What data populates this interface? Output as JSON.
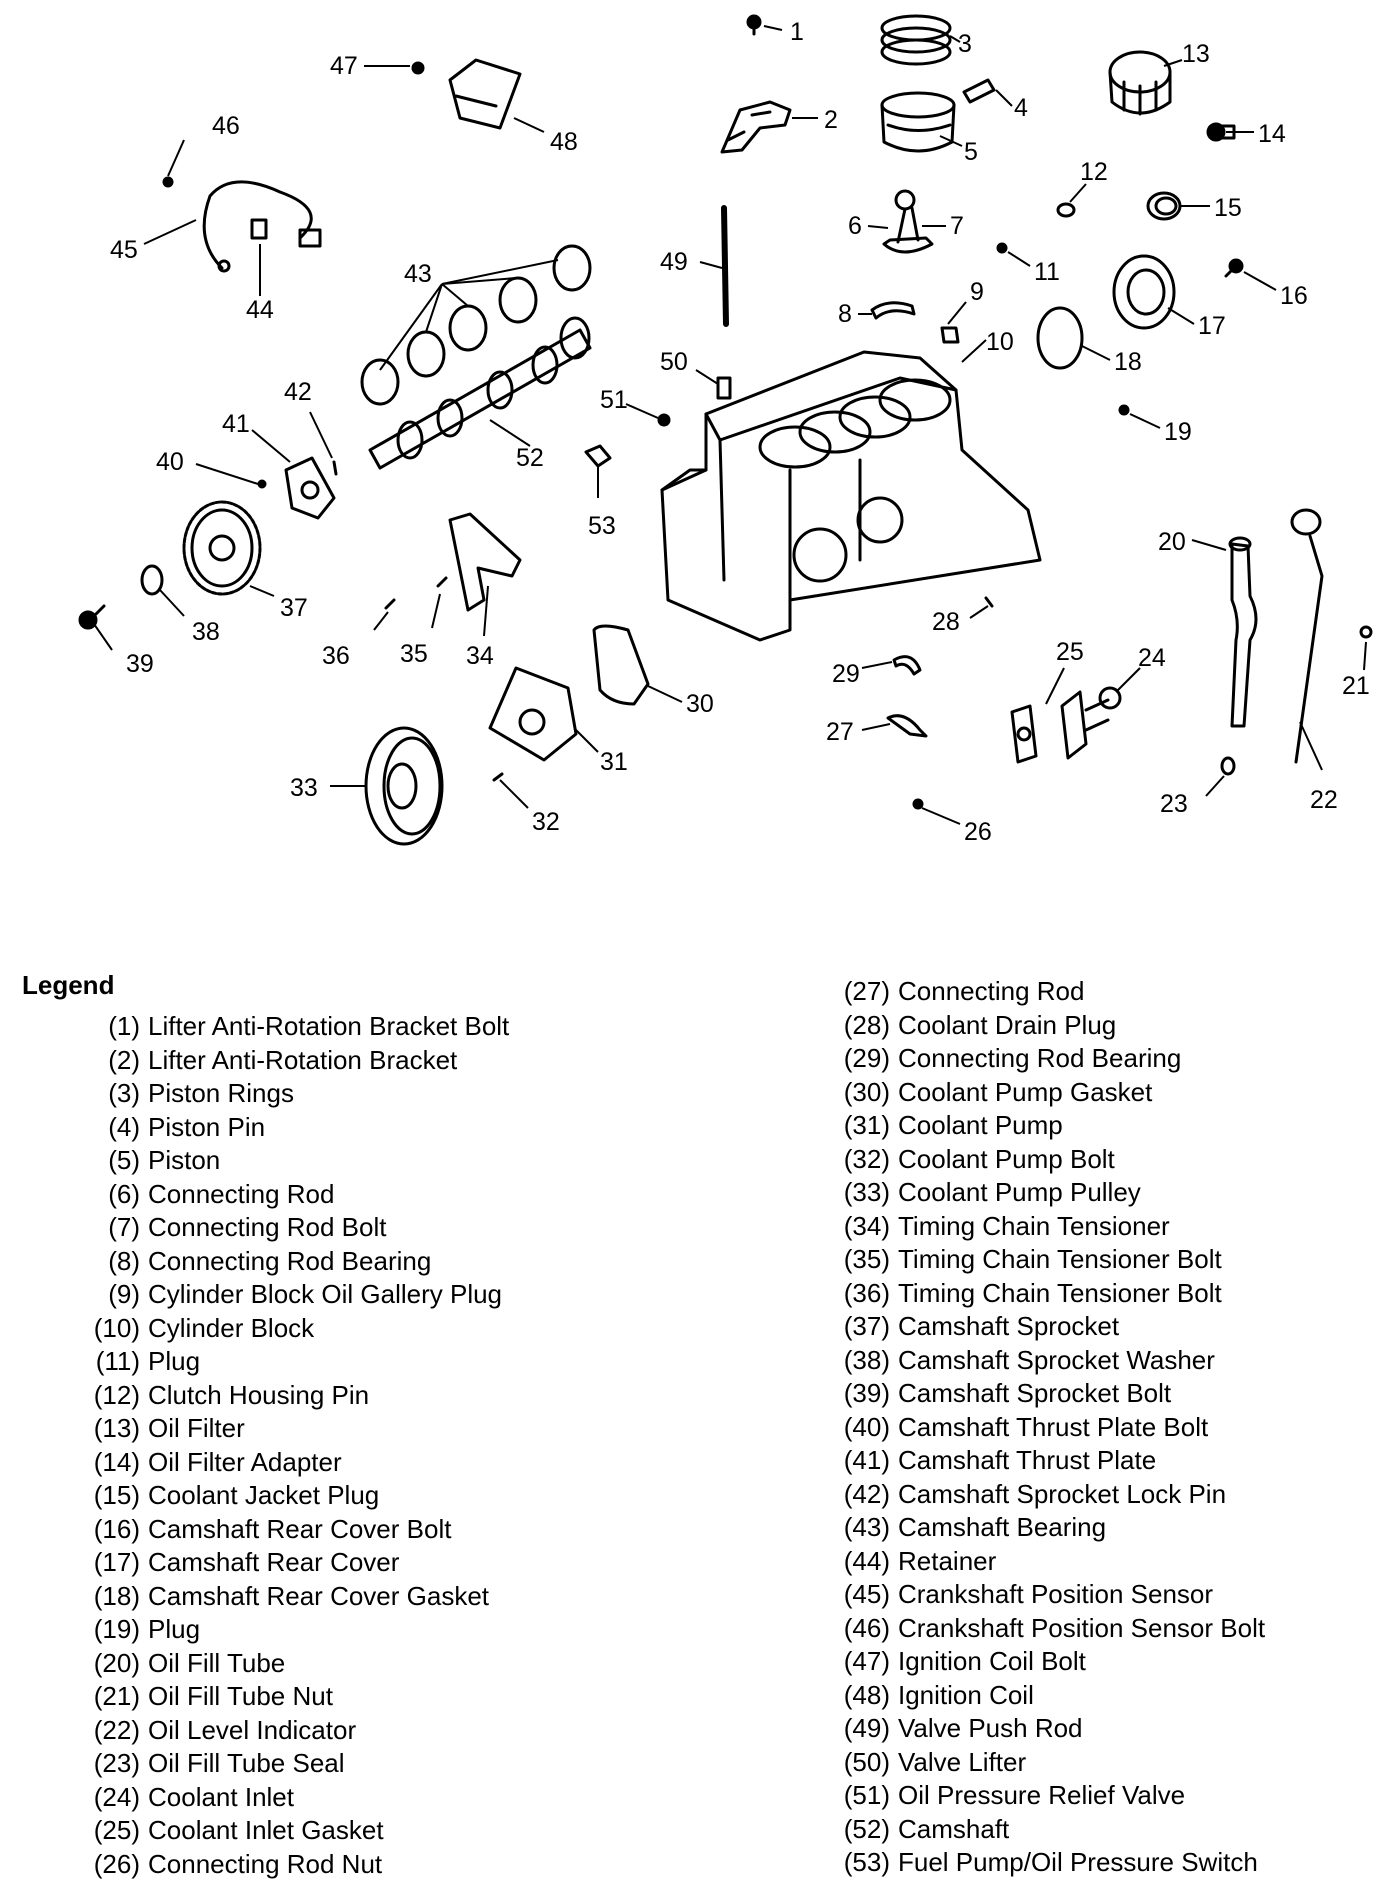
{
  "callouts": [
    "1",
    "2",
    "3",
    "4",
    "5",
    "6",
    "7",
    "8",
    "9",
    "10",
    "11",
    "12",
    "13",
    "14",
    "15",
    "16",
    "17",
    "18",
    "19",
    "20",
    "21",
    "22",
    "23",
    "24",
    "25",
    "26",
    "27",
    "28",
    "29",
    "30",
    "31",
    "32",
    "33",
    "34",
    "35",
    "36",
    "37",
    "38",
    "39",
    "40",
    "41",
    "42",
    "43",
    "44",
    "45",
    "46",
    "47",
    "48",
    "49",
    "50",
    "51",
    "52",
    "53"
  ],
  "legend": {
    "title": "Legend",
    "left": [
      {
        "num": "(1)",
        "label": "Lifter Anti-Rotation Bracket Bolt"
      },
      {
        "num": "(2)",
        "label": "Lifter Anti-Rotation Bracket"
      },
      {
        "num": "(3)",
        "label": "Piston Rings"
      },
      {
        "num": "(4)",
        "label": "Piston Pin"
      },
      {
        "num": "(5)",
        "label": "Piston"
      },
      {
        "num": "(6)",
        "label": "Connecting Rod"
      },
      {
        "num": "(7)",
        "label": "Connecting Rod Bolt"
      },
      {
        "num": "(8)",
        "label": "Connecting Rod Bearing"
      },
      {
        "num": "(9)",
        "label": "Cylinder Block Oil Gallery Plug"
      },
      {
        "num": "(10)",
        "label": "Cylinder Block"
      },
      {
        "num": "(11)",
        "label": "Plug"
      },
      {
        "num": "(12)",
        "label": "Clutch Housing Pin"
      },
      {
        "num": "(13)",
        "label": "Oil Filter"
      },
      {
        "num": "(14)",
        "label": "Oil Filter Adapter"
      },
      {
        "num": "(15)",
        "label": "Coolant Jacket Plug"
      },
      {
        "num": "(16)",
        "label": "Camshaft Rear Cover Bolt"
      },
      {
        "num": "(17)",
        "label": "Camshaft Rear Cover"
      },
      {
        "num": "(18)",
        "label": "Camshaft Rear Cover Gasket"
      },
      {
        "num": "(19)",
        "label": "Plug"
      },
      {
        "num": "(20)",
        "label": "Oil Fill Tube"
      },
      {
        "num": "(21)",
        "label": "Oil Fill Tube Nut"
      },
      {
        "num": "(22)",
        "label": "Oil Level Indicator"
      },
      {
        "num": "(23)",
        "label": "Oil Fill Tube Seal"
      },
      {
        "num": "(24)",
        "label": "Coolant Inlet"
      },
      {
        "num": "(25)",
        "label": "Coolant Inlet Gasket"
      },
      {
        "num": "(26)",
        "label": "Connecting Rod Nut"
      }
    ],
    "right": [
      {
        "num": "(27)",
        "label": "Connecting Rod"
      },
      {
        "num": "(28)",
        "label": "Coolant Drain Plug"
      },
      {
        "num": "(29)",
        "label": "Connecting Rod Bearing"
      },
      {
        "num": "(30)",
        "label": "Coolant Pump Gasket"
      },
      {
        "num": "(31)",
        "label": "Coolant Pump"
      },
      {
        "num": "(32)",
        "label": "Coolant Pump Bolt"
      },
      {
        "num": "(33)",
        "label": "Coolant Pump Pulley"
      },
      {
        "num": "(34)",
        "label": "Timing Chain Tensioner"
      },
      {
        "num": "(35)",
        "label": "Timing Chain Tensioner Bolt"
      },
      {
        "num": "(36)",
        "label": "Timing Chain Tensioner Bolt"
      },
      {
        "num": "(37)",
        "label": "Camshaft Sprocket"
      },
      {
        "num": "(38)",
        "label": "Camshaft Sprocket Washer"
      },
      {
        "num": "(39)",
        "label": "Camshaft Sprocket Bolt"
      },
      {
        "num": "(40)",
        "label": "Camshaft Thrust Plate Bolt"
      },
      {
        "num": "(41)",
        "label": "Camshaft Thrust Plate"
      },
      {
        "num": "(42)",
        "label": "Camshaft Sprocket Lock Pin"
      },
      {
        "num": "(43)",
        "label": "Camshaft Bearing"
      },
      {
        "num": "(44)",
        "label": "Retainer"
      },
      {
        "num": "(45)",
        "label": "Crankshaft Position Sensor"
      },
      {
        "num": "(46)",
        "label": "Crankshaft Position Sensor Bolt"
      },
      {
        "num": "(47)",
        "label": "Ignition Coil Bolt"
      },
      {
        "num": "(48)",
        "label": "Ignition Coil"
      },
      {
        "num": "(49)",
        "label": "Valve Push Rod"
      },
      {
        "num": "(50)",
        "label": "Valve Lifter"
      },
      {
        "num": "(51)",
        "label": "Oil Pressure Relief Valve"
      },
      {
        "num": "(52)",
        "label": "Camshaft"
      },
      {
        "num": "(53)",
        "label": "Fuel Pump/Oil Pressure Switch"
      }
    ]
  }
}
